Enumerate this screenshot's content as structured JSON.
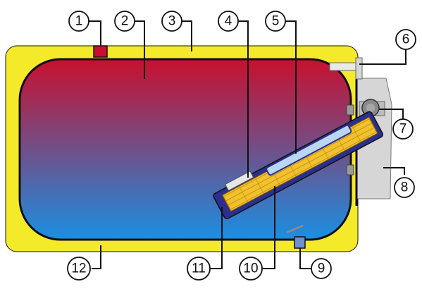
{
  "callouts": [
    {
      "id": 1,
      "label": "1"
    },
    {
      "id": 2,
      "label": "2"
    },
    {
      "id": 3,
      "label": "3"
    },
    {
      "id": 4,
      "label": "4"
    },
    {
      "id": 5,
      "label": "5"
    },
    {
      "id": 6,
      "label": "6"
    },
    {
      "id": 7,
      "label": "7"
    },
    {
      "id": 8,
      "label": "8"
    },
    {
      "id": 9,
      "label": "9"
    },
    {
      "id": 10,
      "label": "10"
    },
    {
      "id": 11,
      "label": "11"
    },
    {
      "id": 12,
      "label": "12"
    }
  ],
  "colors": {
    "insulation": "#f4ea2a",
    "tank_top": "#c8102e",
    "tank_bottom": "#1a8fe3",
    "outline": "#111111",
    "heater_frame": "#2b2f8f",
    "heater_element": "#f2c12e",
    "sheath": "#b9d7f5",
    "panel": "#d6d6d6",
    "inlet_fitting": "#c8102e",
    "drain_fitting": "#6f8fd6"
  }
}
